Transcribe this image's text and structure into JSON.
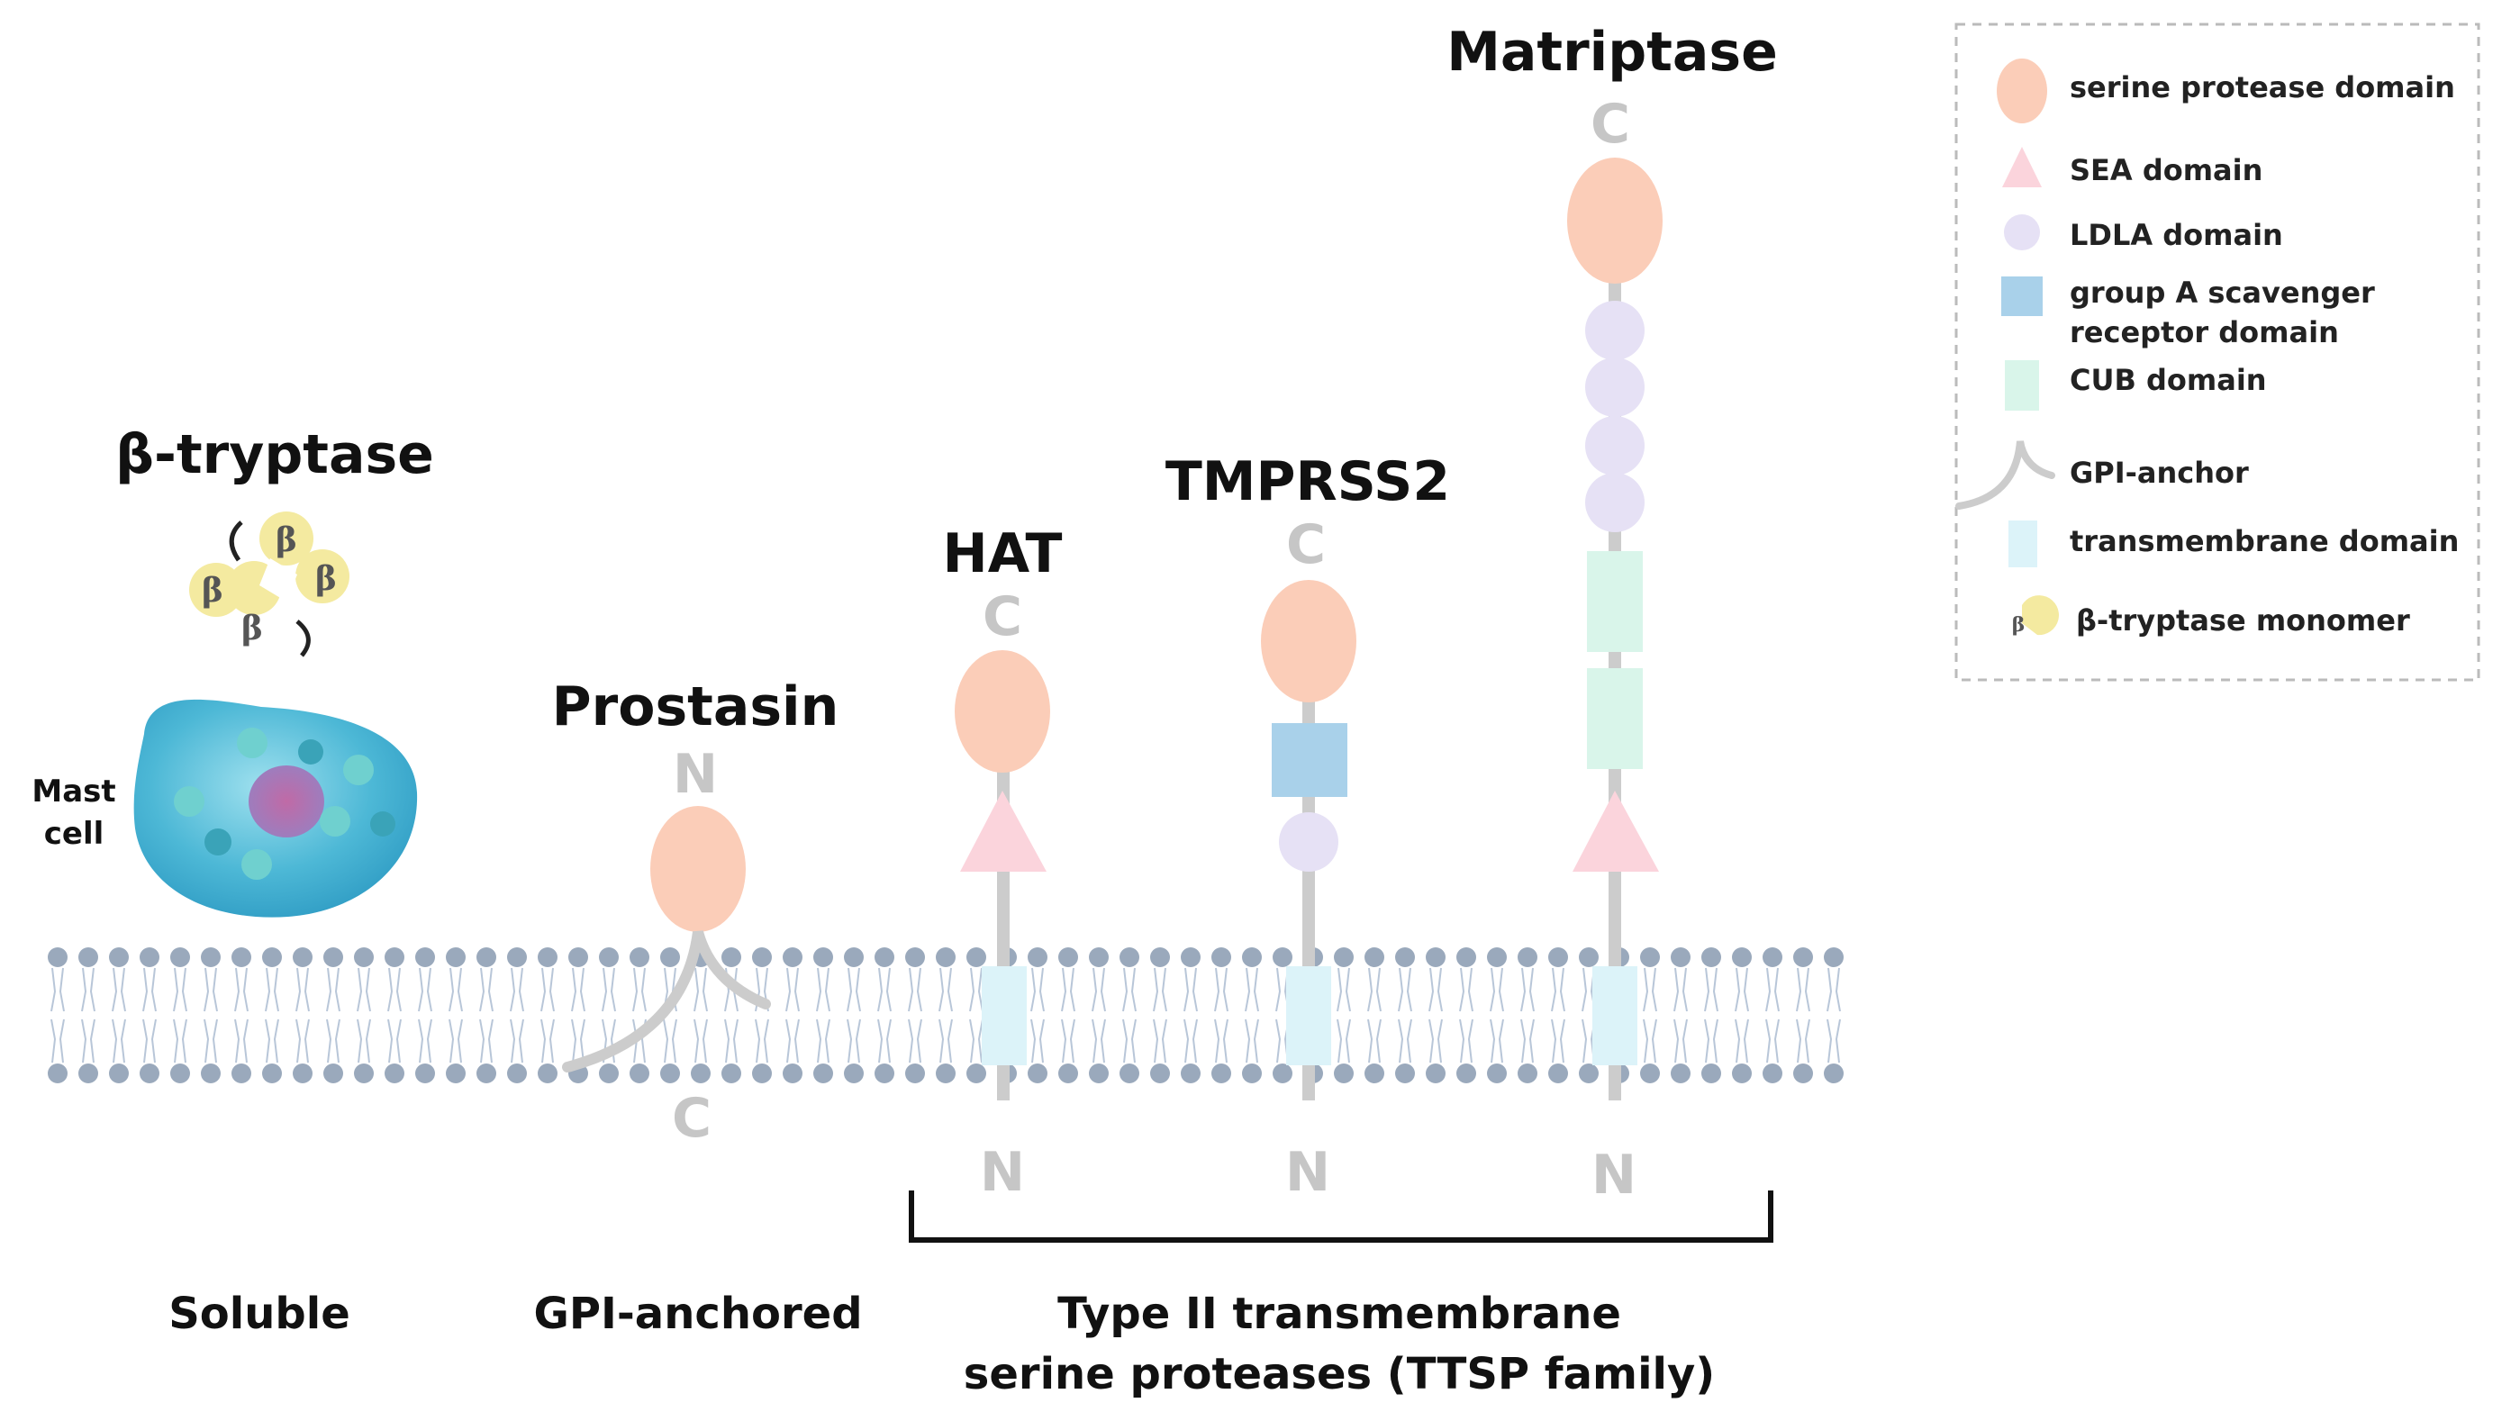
{
  "proteins": {
    "tryptase": {
      "name": "β-tryptase",
      "monomer_symbol": "β",
      "cell_label_line1": "Mast",
      "cell_label_line2": "cell"
    },
    "prostasin": {
      "name": "Prostasin",
      "top_terminus": "N",
      "bottom_terminus": "C"
    },
    "hat": {
      "name": "HAT",
      "top_terminus": "C",
      "bottom_terminus": "N"
    },
    "tmprss2": {
      "name": "TMPRSS2",
      "top_terminus": "C",
      "bottom_terminus": "N"
    },
    "matriptase": {
      "name": "Matriptase",
      "top_terminus": "C",
      "bottom_terminus": "N"
    }
  },
  "categories": {
    "soluble": "Soluble",
    "gpi": "GPI-anchored",
    "ttsp_line1": "Type II transmembrane",
    "ttsp_line2": "serine proteases (TTSP family)"
  },
  "legend": {
    "serine_protease": "serine protease domain",
    "sea": "SEA domain",
    "ldla": "LDLA domain",
    "scavenger_line1": "group A scavenger",
    "scavenger_line2": "receptor domain",
    "cub": "CUB domain",
    "gpi_anchor": "GPI-anchor",
    "transmembrane": "transmembrane domain",
    "monomer": "β-tryptase monomer"
  },
  "colors": {
    "serine_protease": "#fbcdb8",
    "sea": "#fbd4dc",
    "ldla": "#e6e1f5",
    "scavenger": "#a9d1ea",
    "cub": "#d9f5ea",
    "transmembrane": "#dcf3f9",
    "membrane_head": "#9aa9bc",
    "stalk": "#cccccc",
    "monomer": "#f4eaa0"
  }
}
